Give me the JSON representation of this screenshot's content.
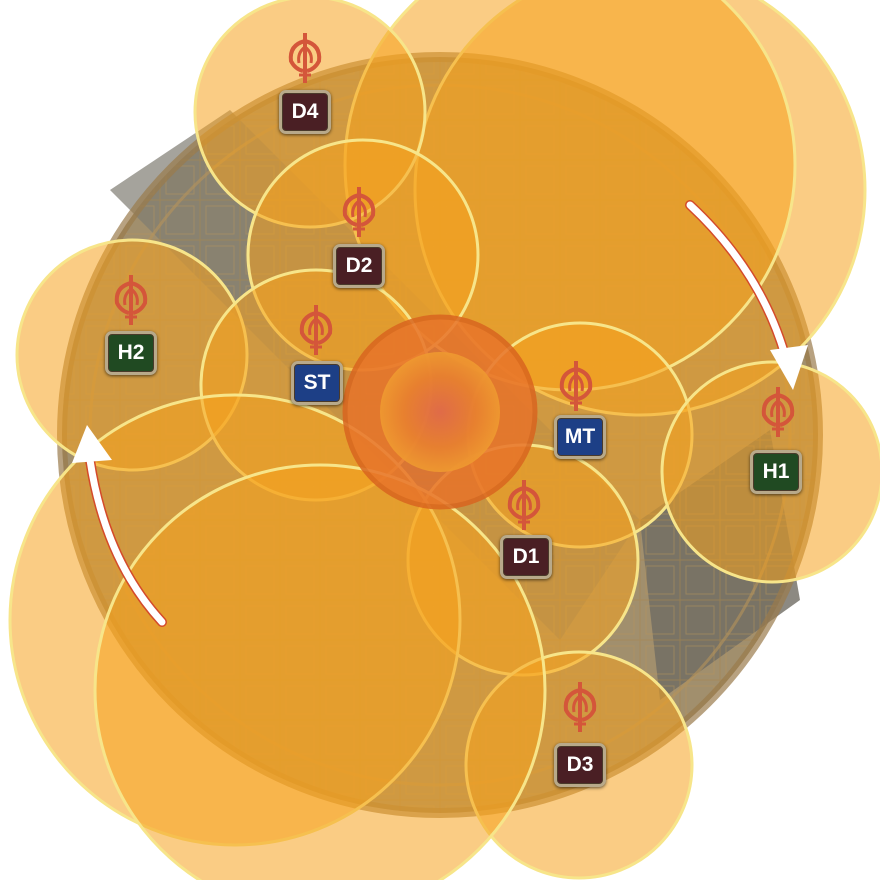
{
  "arena": {
    "colors": {
      "floor": "#c9974a",
      "floor_dark": "#8a6a3a",
      "stone_gray": "#8d8a80",
      "aoe_fill": "#f5a31f",
      "aoe_stroke": "#f7e58a",
      "center_core": "#e8702a",
      "arrow": "#ffffff",
      "arrow_edge": "#d44a2a",
      "tether_icon": "#d4563a"
    },
    "icon": "tether-fork-icon",
    "arrows": [
      "clockwise-arrow-northeast",
      "clockwise-arrow-southwest"
    ]
  },
  "markers": [
    {
      "label": "D4",
      "role": "dps"
    },
    {
      "label": "D2",
      "role": "dps"
    },
    {
      "label": "H2",
      "role": "healer"
    },
    {
      "label": "ST",
      "role": "tank"
    },
    {
      "label": "MT",
      "role": "tank"
    },
    {
      "label": "H1",
      "role": "healer"
    },
    {
      "label": "D1",
      "role": "dps"
    },
    {
      "label": "D3",
      "role": "dps"
    }
  ]
}
